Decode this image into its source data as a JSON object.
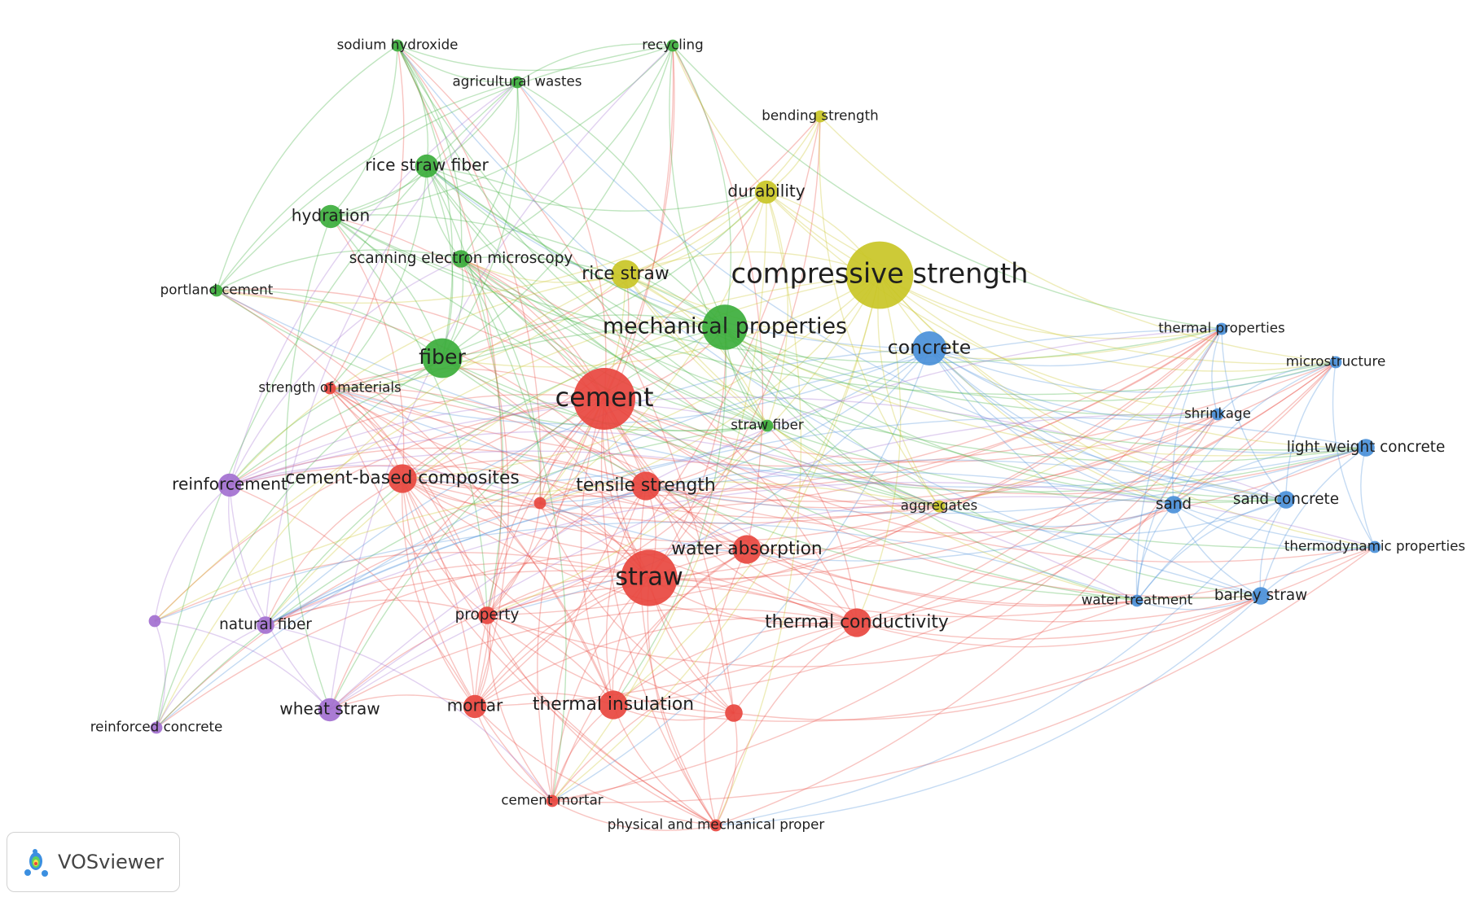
{
  "clusters": {
    "red": "#e8463f",
    "green": "#3cae3c",
    "blue": "#4a90d9",
    "yellow": "#c9c526",
    "purple": "#a370d0"
  },
  "brand": {
    "name": "VOSviewer",
    "icon": "vosviewer-logo-icon"
  },
  "nodes": [
    {
      "id": "cement",
      "label": "cement",
      "cluster": "red",
      "weight": 10
    },
    {
      "id": "straw",
      "label": "straw",
      "cluster": "red",
      "weight": 9
    },
    {
      "id": "tensile_strength",
      "label": "tensile strength",
      "cluster": "red",
      "weight": 4
    },
    {
      "id": "cement_based_composites",
      "label": "cement-based composites",
      "cluster": "red",
      "weight": 4
    },
    {
      "id": "water_absorption",
      "label": "water absorption",
      "cluster": "red",
      "weight": 4
    },
    {
      "id": "thermal_conductivity",
      "label": "thermal conductivity",
      "cluster": "red",
      "weight": 4
    },
    {
      "id": "thermal_insulation",
      "label": "thermal insulation",
      "cluster": "red",
      "weight": 4
    },
    {
      "id": "mortar",
      "label": "mortar",
      "cluster": "red",
      "weight": 3
    },
    {
      "id": "property",
      "label": "property",
      "cluster": "red",
      "weight": 2
    },
    {
      "id": "strength_of_materials",
      "label": "strength of materials",
      "cluster": "red",
      "weight": 1
    },
    {
      "id": "cement_mortar",
      "label": "cement mortar",
      "cluster": "red",
      "weight": 1
    },
    {
      "id": "physical_mechanical",
      "label": "physical and mechanical proper",
      "cluster": "red",
      "weight": 1
    },
    {
      "id": "red_a",
      "label": "",
      "cluster": "red",
      "weight": 1
    },
    {
      "id": "red_b",
      "label": "",
      "cluster": "red",
      "weight": 2
    },
    {
      "id": "mechanical_properties",
      "label": "mechanical properties",
      "cluster": "green",
      "weight": 7
    },
    {
      "id": "fiber",
      "label": "fiber",
      "cluster": "green",
      "weight": 6
    },
    {
      "id": "hydration",
      "label": "hydration",
      "cluster": "green",
      "weight": 3
    },
    {
      "id": "rice_straw_fiber",
      "label": "rice straw fiber",
      "cluster": "green",
      "weight": 3
    },
    {
      "id": "scanning_electron",
      "label": "scanning electron microscopy",
      "cluster": "green",
      "weight": 2
    },
    {
      "id": "sodium_hydroxide",
      "label": "sodium hydroxide",
      "cluster": "green",
      "weight": 1
    },
    {
      "id": "recycling",
      "label": "recycling",
      "cluster": "green",
      "weight": 1
    },
    {
      "id": "agricultural_wastes",
      "label": "agricultural wastes",
      "cluster": "green",
      "weight": 1
    },
    {
      "id": "portland_cement",
      "label": "portland cement",
      "cluster": "green",
      "weight": 1
    },
    {
      "id": "straw_fiber",
      "label": "straw fiber",
      "cluster": "green",
      "weight": 1
    },
    {
      "id": "compressive_strength",
      "label": "compressive strength",
      "cluster": "yellow",
      "weight": 11
    },
    {
      "id": "rice_straw",
      "label": "rice straw",
      "cluster": "yellow",
      "weight": 4
    },
    {
      "id": "durability",
      "label": "durability",
      "cluster": "yellow",
      "weight": 3
    },
    {
      "id": "bending_strength",
      "label": "bending strength",
      "cluster": "yellow",
      "weight": 1
    },
    {
      "id": "aggregates",
      "label": "aggregates",
      "cluster": "yellow",
      "weight": 1
    },
    {
      "id": "concrete",
      "label": "concrete",
      "cluster": "blue",
      "weight": 5
    },
    {
      "id": "thermal_properties",
      "label": "thermal properties",
      "cluster": "blue",
      "weight": 1
    },
    {
      "id": "microstructure",
      "label": "microstructure",
      "cluster": "blue",
      "weight": 1
    },
    {
      "id": "shrinkage",
      "label": "shrinkage",
      "cluster": "blue",
      "weight": 1
    },
    {
      "id": "light_weight_concrete",
      "label": "light weight concrete",
      "cluster": "blue",
      "weight": 2
    },
    {
      "id": "sand",
      "label": "sand",
      "cluster": "blue",
      "weight": 2
    },
    {
      "id": "sand_concrete",
      "label": "sand concrete",
      "cluster": "blue",
      "weight": 2
    },
    {
      "id": "thermodynamic_properties",
      "label": "thermodynamic properties",
      "cluster": "blue",
      "weight": 1
    },
    {
      "id": "water_treatment",
      "label": "water treatment",
      "cluster": "blue",
      "weight": 1
    },
    {
      "id": "barley_straw",
      "label": "barley straw",
      "cluster": "blue",
      "weight": 2
    },
    {
      "id": "reinforcement",
      "label": "reinforcement",
      "cluster": "purple",
      "weight": 3
    },
    {
      "id": "natural_fiber",
      "label": "natural fiber",
      "cluster": "purple",
      "weight": 2
    },
    {
      "id": "wheat_straw",
      "label": "wheat straw",
      "cluster": "purple",
      "weight": 3
    },
    {
      "id": "reinforced_concrete",
      "label": "reinforced concrete",
      "cluster": "purple",
      "weight": 1
    },
    {
      "id": "purple_a",
      "label": "",
      "cluster": "purple",
      "weight": 1
    }
  ]
}
